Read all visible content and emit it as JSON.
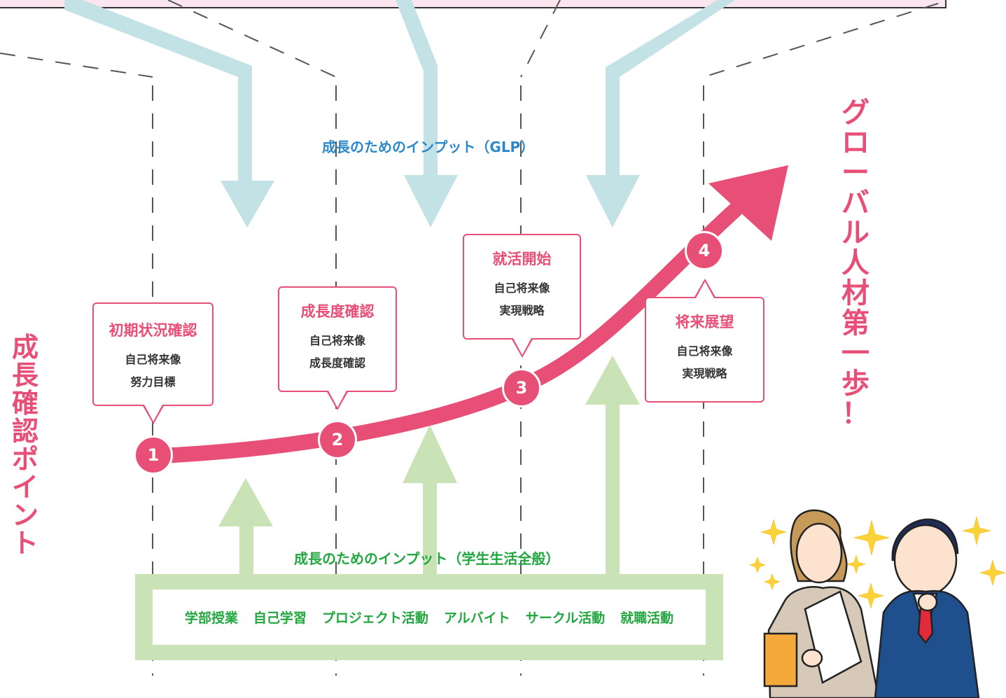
{
  "left_title": [
    "成",
    "長",
    "確",
    "認",
    "ポ",
    "イ",
    "ン",
    "ト"
  ],
  "right_title": [
    "グ",
    "ロ",
    "ー",
    "バ",
    "ル",
    "人",
    "材",
    "第",
    "一",
    "歩",
    "！"
  ],
  "glp_label": "成長のためのインプット（GLP）",
  "life_label": "成長のためのインプット（学生生活全般）",
  "activities": [
    "学部授業",
    "自己学習",
    "プロジェクト活動",
    "アルバイト",
    "サークル活動",
    "就職活動"
  ],
  "checkpoints": [
    {
      "number": "1",
      "title": "初期状況確認",
      "lines": [
        "自己将来像",
        "努力目標"
      ]
    },
    {
      "number": "2",
      "title": "成長度確認",
      "lines": [
        "自己将来像",
        "成長度確認"
      ]
    },
    {
      "number": "3",
      "title": "就活開始",
      "lines": [
        "自己将来像",
        "実現戦略"
      ]
    },
    {
      "number": "4",
      "title": "将来展望",
      "lines": [
        "自己将来像",
        "実現戦略"
      ]
    }
  ],
  "colors": {
    "accent_pink": "#e84f77",
    "glp_blue": "#2d88c9",
    "arrow_blue": "#c3e2e6",
    "life_green": "#22a63f",
    "arrow_green": "#c9e3b6",
    "sparkle": "#fcd23a"
  },
  "illustration": [
    "businesswoman-figure",
    "businessman-figure",
    "sparkle-icons"
  ]
}
